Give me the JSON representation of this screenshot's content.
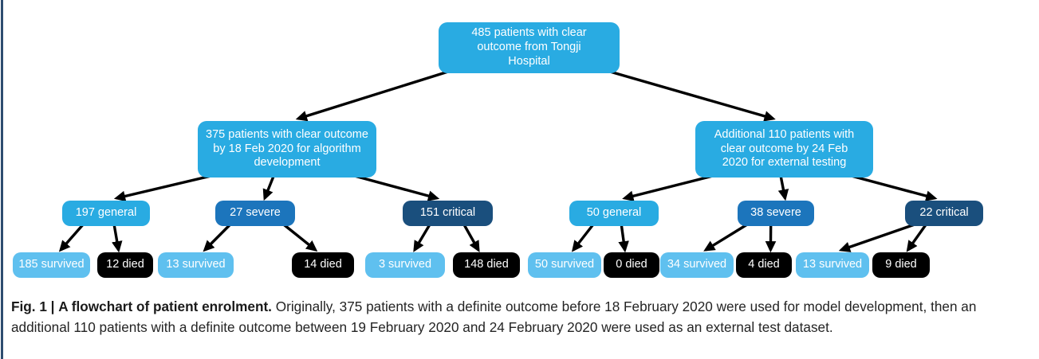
{
  "figure": {
    "caption_label": "Fig. 1 |",
    "caption_title": "A flowchart of patient enrolment.",
    "caption_body": "Originally, 375 patients with a definite outcome before 18 February 2020 were used for model development, then an additional 110 patients with a definite outcome between 19 February 2020 and 24 February 2020 were used as an external test dataset."
  },
  "colors": {
    "node_bright_blue": "#29ABE2",
    "node_medium_blue": "#1C75BC",
    "node_dark_blue": "#1A4F7D",
    "node_light_blue": "#5FC0EF",
    "node_black": "#000000",
    "node_text": "#FFFFFF",
    "arrow": "#000000",
    "left_rule": "#2E4D70",
    "caption_text": "#242424"
  },
  "chart_data": {
    "type": "flowchart",
    "title": "A flowchart of patient enrolment",
    "nodes": [
      {
        "id": "root",
        "label": "485 patients with clear outcome from Tongji Hospital",
        "variant": "bright"
      },
      {
        "id": "dev",
        "label": "375 patients with clear outcome by 18 Feb 2020 for algorithm development",
        "variant": "bright"
      },
      {
        "id": "ext",
        "label": "Additional 110 patients with clear outcome by 24 Feb 2020 for external testing",
        "variant": "bright"
      },
      {
        "id": "dev-general",
        "label": "197 general",
        "variant": "bright"
      },
      {
        "id": "dev-severe",
        "label": "27 severe",
        "variant": "medium"
      },
      {
        "id": "dev-critical",
        "label": "151 critical",
        "variant": "dark"
      },
      {
        "id": "ext-general",
        "label": "50 general",
        "variant": "bright"
      },
      {
        "id": "ext-severe",
        "label": "38 severe",
        "variant": "medium"
      },
      {
        "id": "ext-critical",
        "label": "22 critical",
        "variant": "dark"
      },
      {
        "id": "dev-general-survived",
        "label": "185 survived",
        "variant": "light"
      },
      {
        "id": "dev-general-died",
        "label": "12 died",
        "variant": "black"
      },
      {
        "id": "dev-severe-survived",
        "label": "13 survived",
        "variant": "light"
      },
      {
        "id": "dev-severe-died",
        "label": "14 died",
        "variant": "black"
      },
      {
        "id": "dev-critical-survived",
        "label": "3 survived",
        "variant": "light"
      },
      {
        "id": "dev-critical-died",
        "label": "148 died",
        "variant": "black"
      },
      {
        "id": "ext-general-survived",
        "label": "50 survived",
        "variant": "light"
      },
      {
        "id": "ext-general-died",
        "label": "0 died",
        "variant": "black"
      },
      {
        "id": "ext-severe-survived",
        "label": "34 survived",
        "variant": "light"
      },
      {
        "id": "ext-severe-died",
        "label": "4 died",
        "variant": "black"
      },
      {
        "id": "ext-critical-survived",
        "label": "13 survived",
        "variant": "light"
      },
      {
        "id": "ext-critical-died",
        "label": "9 died",
        "variant": "black"
      }
    ],
    "edges": [
      [
        "root",
        "dev"
      ],
      [
        "root",
        "ext"
      ],
      [
        "dev",
        "dev-general"
      ],
      [
        "dev",
        "dev-severe"
      ],
      [
        "dev",
        "dev-critical"
      ],
      [
        "ext",
        "ext-general"
      ],
      [
        "ext",
        "ext-severe"
      ],
      [
        "ext",
        "ext-critical"
      ],
      [
        "dev-general",
        "dev-general-survived"
      ],
      [
        "dev-general",
        "dev-general-died"
      ],
      [
        "dev-severe",
        "dev-severe-survived"
      ],
      [
        "dev-severe",
        "dev-severe-died"
      ],
      [
        "dev-critical",
        "dev-critical-survived"
      ],
      [
        "dev-critical",
        "dev-critical-died"
      ],
      [
        "ext-general",
        "ext-general-survived"
      ],
      [
        "ext-general",
        "ext-general-died"
      ],
      [
        "ext-severe",
        "ext-severe-survived"
      ],
      [
        "ext-severe",
        "ext-severe-died"
      ],
      [
        "ext-critical",
        "ext-critical-survived"
      ],
      [
        "ext-critical",
        "ext-critical-died"
      ]
    ]
  }
}
